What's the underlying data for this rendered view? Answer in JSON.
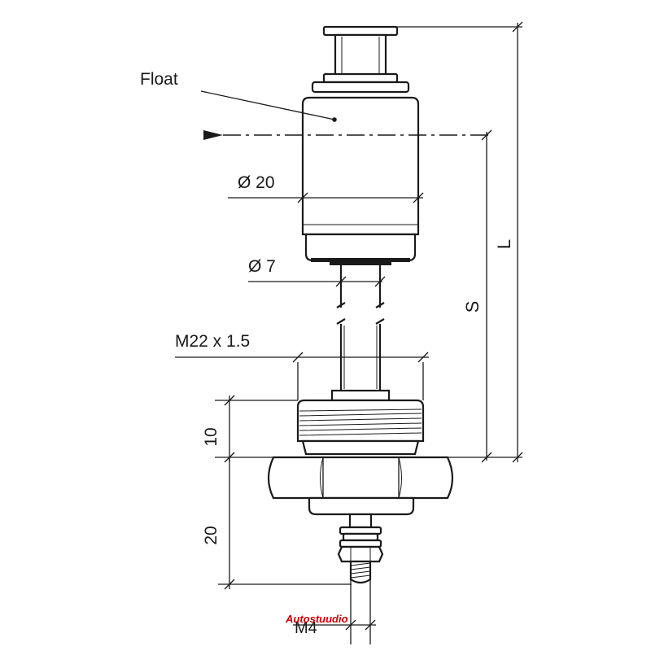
{
  "labels": {
    "float": "Float",
    "float_diameter": "Ø 20",
    "stem_diameter": "Ø 7",
    "thread": "M22 x 1.5",
    "dim_length": "L",
    "dim_stroke": "S",
    "dim_thread_height": "10",
    "dim_nut_height": "20",
    "terminal_thread": "M4"
  },
  "watermark": {
    "text": "Autostuudio",
    "color": "#cc0000"
  }
}
